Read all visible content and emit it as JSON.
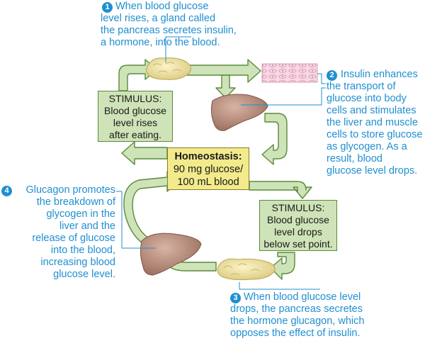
{
  "colors": {
    "cycle_arrow_fill": "#cfe3b8",
    "cycle_arrow_stroke": "#5a8a3c",
    "stimulus_box": "#cfe3b8",
    "homeostasis_box": "#f3ea8c",
    "annotation_text": "#1f8fd1",
    "pancreas": "#efe3a2",
    "liver": "#b78d7d"
  },
  "icons": {
    "pancreas_top": "pancreas-icon",
    "pancreas_bottom": "pancreas-icon",
    "liver_top": "liver-icon",
    "liver_bottom": "liver-icon",
    "body_cells": "body-cells-icon"
  },
  "homeostasis": {
    "title": "Homeostasis:",
    "lines": [
      "90 mg glucose/",
      "100 mL blood"
    ]
  },
  "stimulus_rise": {
    "lines": [
      "STIMULUS:",
      "Blood glucose",
      "level rises",
      "after eating."
    ]
  },
  "stimulus_drop": {
    "lines": [
      "STIMULUS:",
      "Blood glucose",
      "level drops",
      "below set point."
    ]
  },
  "notes": {
    "n1": {
      "number": "1",
      "lines": [
        "When blood glucose",
        "level rises, a gland called",
        "the pancreas secretes insulin,",
        "a hormone, into the blood."
      ]
    },
    "n2": {
      "number": "2",
      "lines": [
        "Insulin enhances",
        "the transport of",
        "glucose into body",
        "cells and stimulates",
        "the liver and muscle",
        "cells to store glucose",
        "as glycogen. As a",
        "result, blood",
        "glucose level drops."
      ]
    },
    "n3": {
      "number": "3",
      "lines": [
        "When blood glucose level",
        "drops, the pancreas secretes",
        "the hormone glucagon, which",
        "opposes the effect of insulin."
      ]
    },
    "n4": {
      "number": "4",
      "lines": [
        "Glucagon promotes",
        "the breakdown of",
        "glycogen in the",
        "liver and the",
        "release of glucose",
        "into the blood,",
        "increasing blood",
        "glucose level."
      ]
    }
  }
}
